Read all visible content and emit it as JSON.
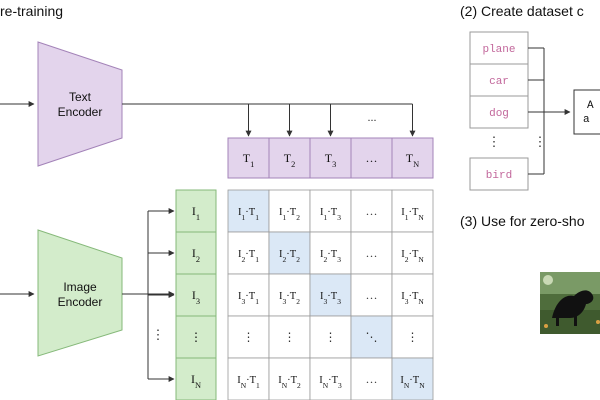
{
  "sections": {
    "pretraining_title": "re-training",
    "create_title": "(2) Create dataset c",
    "zeroshot_title": "(3) Use for zero-sho"
  },
  "encoders": {
    "text_line1": "Text",
    "text_line2": "Encoder",
    "image_line1": "Image",
    "image_line2": "Encoder"
  },
  "text_tokens": [
    {
      "base": "T",
      "sub": "1"
    },
    {
      "base": "T",
      "sub": "2"
    },
    {
      "base": "T",
      "sub": "3"
    },
    {
      "base": "…",
      "sub": ""
    },
    {
      "base": "T",
      "sub": "N"
    }
  ],
  "image_tokens": [
    {
      "base": "I",
      "sub": "1"
    },
    {
      "base": "I",
      "sub": "2"
    },
    {
      "base": "I",
      "sub": "3"
    },
    {
      "base": "⋮",
      "sub": ""
    },
    {
      "base": "I",
      "sub": "N"
    }
  ],
  "top_ellipsis": "...",
  "left_vdots": "⋮",
  "matrix_rows": [
    [
      {
        "i": "1",
        "t": "1"
      },
      {
        "i": "1",
        "t": "2"
      },
      {
        "i": "1",
        "t": "3"
      },
      {
        "glyph": "…"
      },
      {
        "i": "1",
        "t": "N"
      }
    ],
    [
      {
        "i": "2",
        "t": "1"
      },
      {
        "i": "2",
        "t": "2"
      },
      {
        "i": "2",
        "t": "3"
      },
      {
        "glyph": "…"
      },
      {
        "i": "2",
        "t": "N"
      }
    ],
    [
      {
        "i": "3",
        "t": "1"
      },
      {
        "i": "3",
        "t": "2"
      },
      {
        "i": "3",
        "t": "3"
      },
      {
        "glyph": "…"
      },
      {
        "i": "3",
        "t": "N"
      }
    ],
    [
      {
        "glyph": "⋮"
      },
      {
        "glyph": "⋮"
      },
      {
        "glyph": "⋮"
      },
      {
        "glyph": "⋱"
      },
      {
        "glyph": "⋮"
      }
    ],
    [
      {
        "i": "N",
        "t": "1"
      },
      {
        "i": "N",
        "t": "2"
      },
      {
        "i": "N",
        "t": "3"
      },
      {
        "glyph": "…"
      },
      {
        "i": "N",
        "t": "N"
      }
    ]
  ],
  "dataset_labels": [
    "plane",
    "car",
    "dog",
    "bird"
  ],
  "dataset_vdots": "⋮",
  "dataset_side_vdots": "⋮",
  "prompt_box_line1": "A",
  "prompt_box_line2": "a",
  "colors": {
    "text_encoder_fill": "#e3d4ec",
    "text_encoder_stroke": "#a383b8",
    "image_encoder_fill": "#d3eccb",
    "image_encoder_stroke": "#86b97a",
    "token_text_fill": "#e3d4ec",
    "token_image_fill": "#d3eccb",
    "diag_fill": "#dbe8f6",
    "diag_stroke": "#a9c3e0",
    "label_color": "#c2679b",
    "line": "#333333"
  }
}
